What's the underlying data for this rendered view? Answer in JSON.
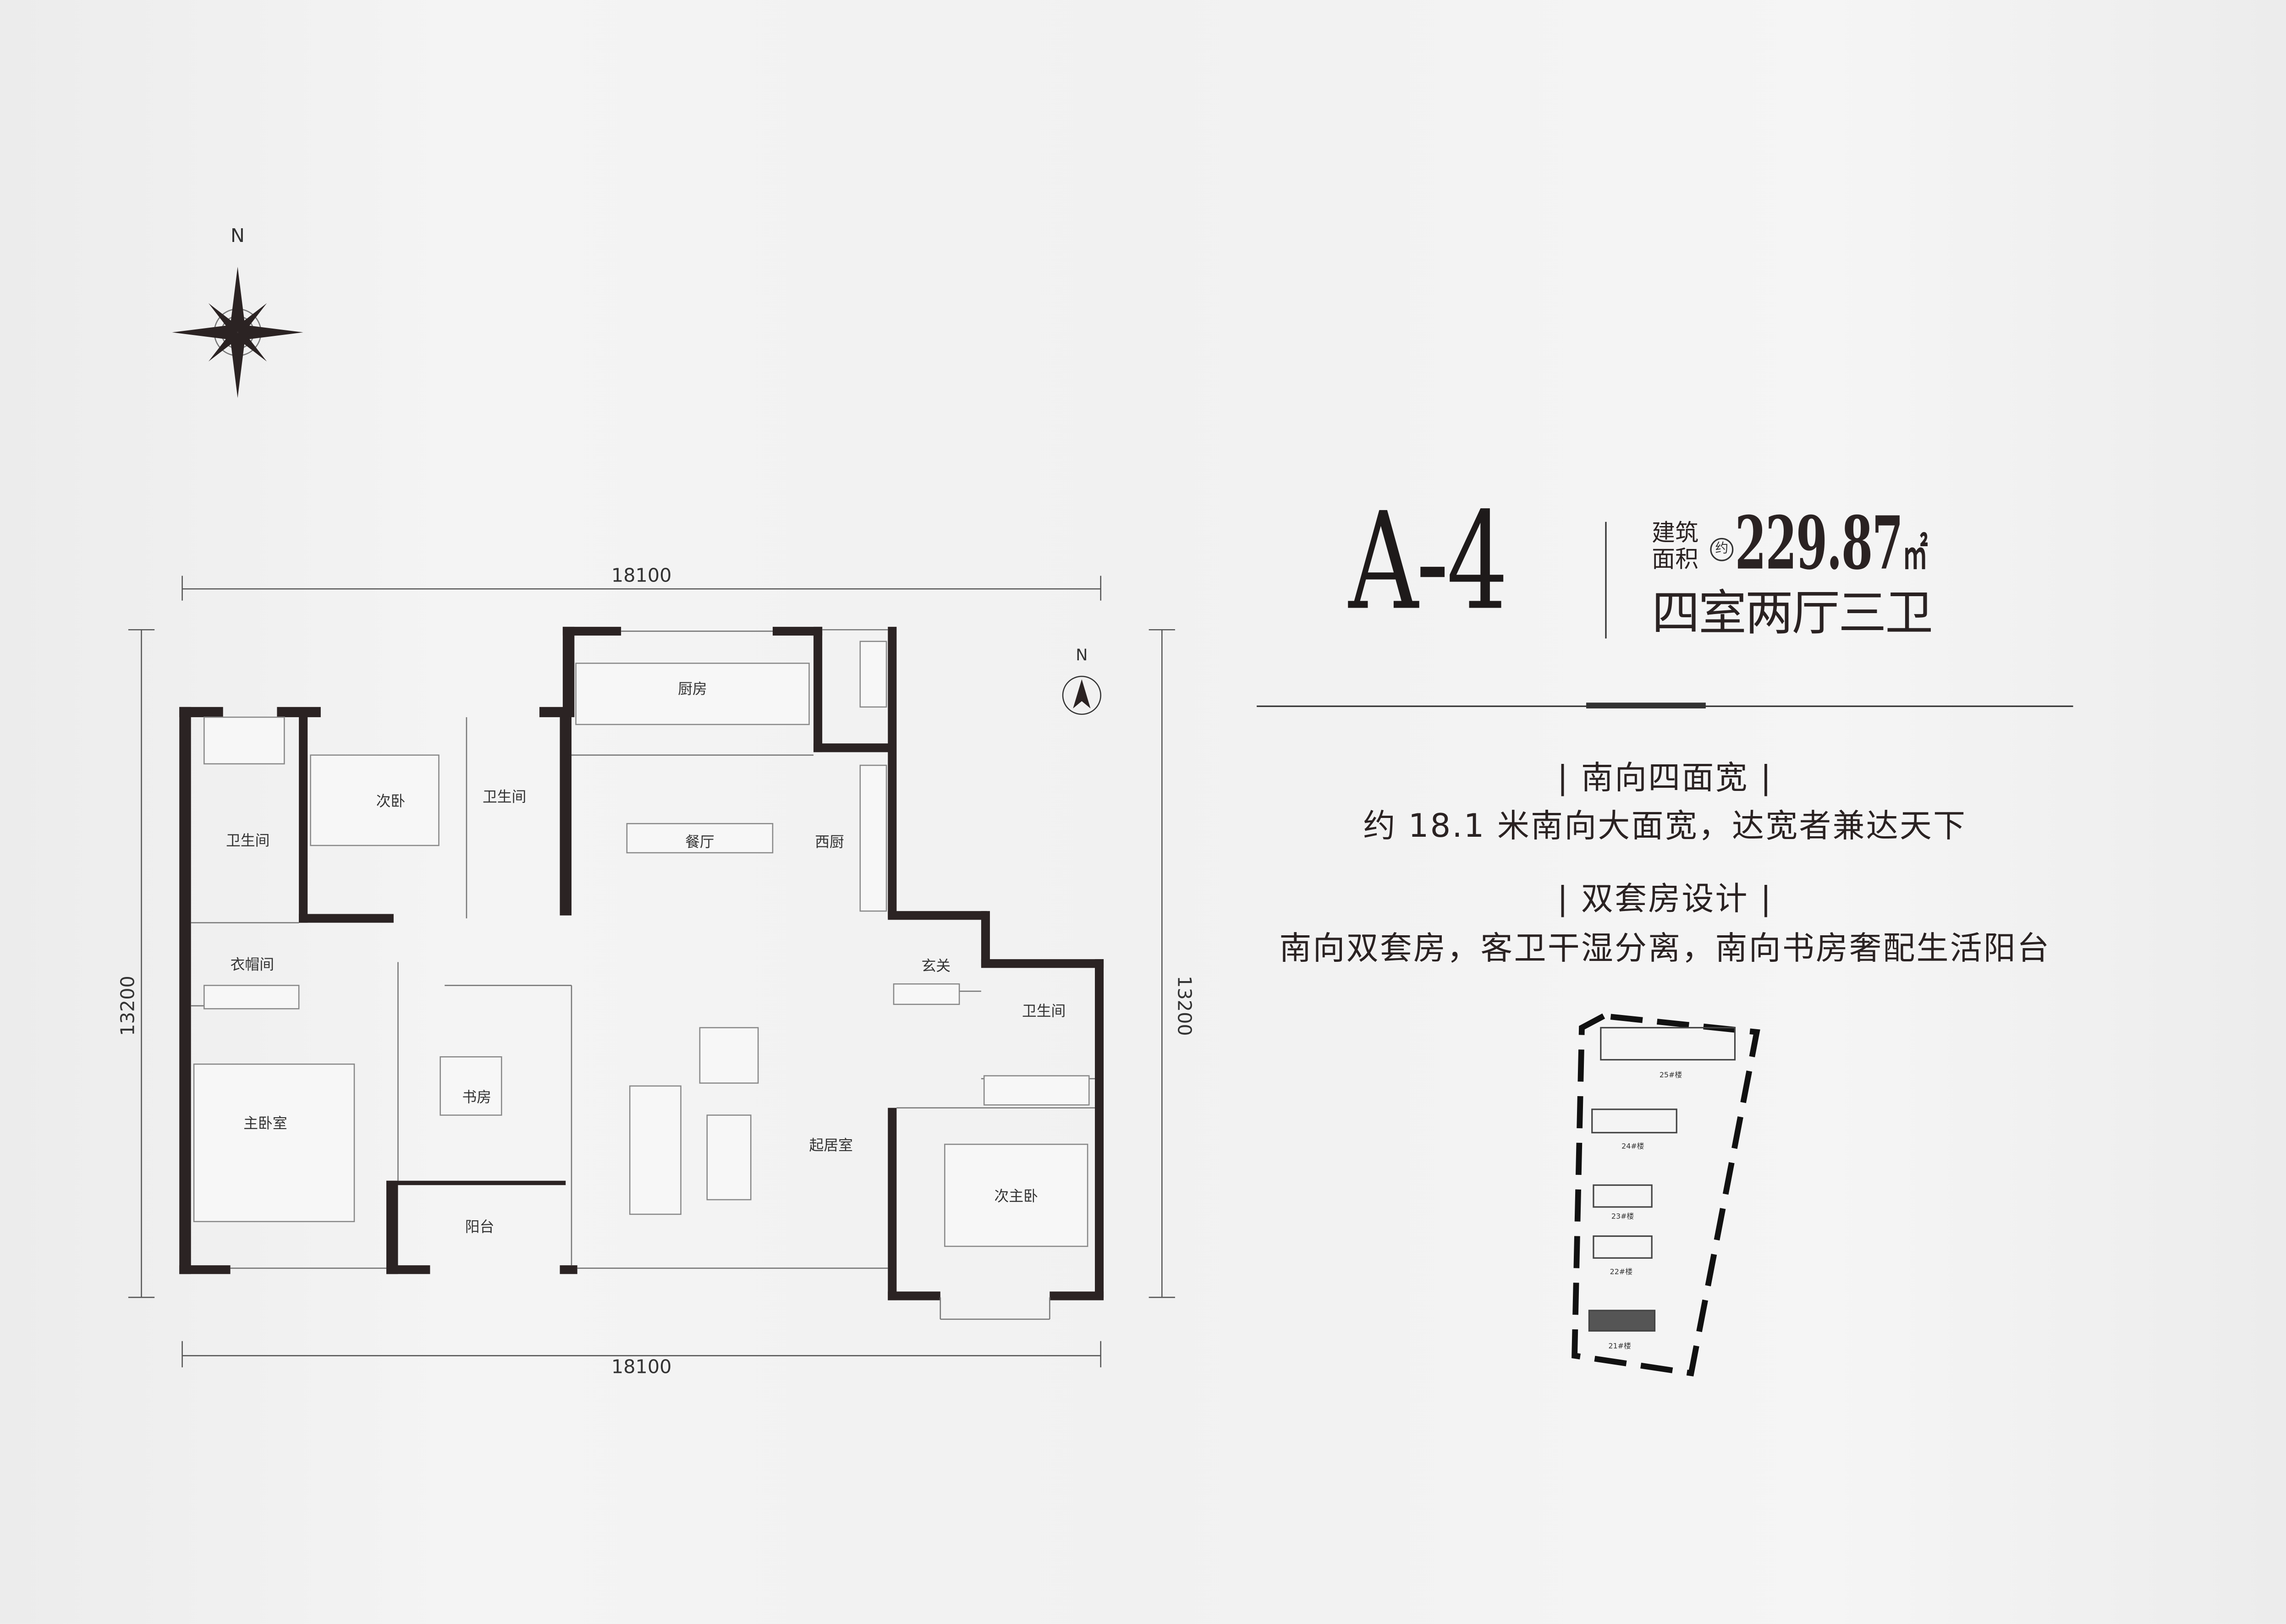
{
  "unit_type": "A-4",
  "area": {
    "label": "建筑面积",
    "approx": "约",
    "value": "229.87",
    "unit": "㎡"
  },
  "layout": "四室两厅三卫",
  "features": [
    {
      "heading": "| 南向四面宽 |",
      "text": "约 18.1 米南向大面宽，达宽者兼达天下"
    },
    {
      "heading": "| 双套房设计 |",
      "text": "南向双套房，客卫干湿分离，南向书房奢配生活阳台"
    }
  ],
  "compass": {
    "north": "N"
  },
  "dimensions": {
    "top": "18100",
    "bottom": "18100",
    "left": "13200",
    "right": "13200"
  },
  "rooms": {
    "kitchen": "厨房",
    "second_bedroom": "次卧",
    "bath_north": "卫生间",
    "bath_master": "卫生间",
    "dining": "餐厅",
    "western_kitchen": "西厨",
    "cloakroom": "衣帽间",
    "foyer": "玄关",
    "bath_guest": "卫生间",
    "study": "书房",
    "master_bedroom": "主卧室",
    "living": "起居室",
    "second_master": "次主卧",
    "balcony": "阳台"
  },
  "site_plan": {
    "buildings": [
      "25#楼",
      "24#楼",
      "23#楼",
      "22#楼",
      "21#楼"
    ],
    "highlighted": "21#楼"
  },
  "colors": {
    "wall": "#2b2323",
    "background": "#f2f2f2",
    "highlight": "#555555"
  }
}
